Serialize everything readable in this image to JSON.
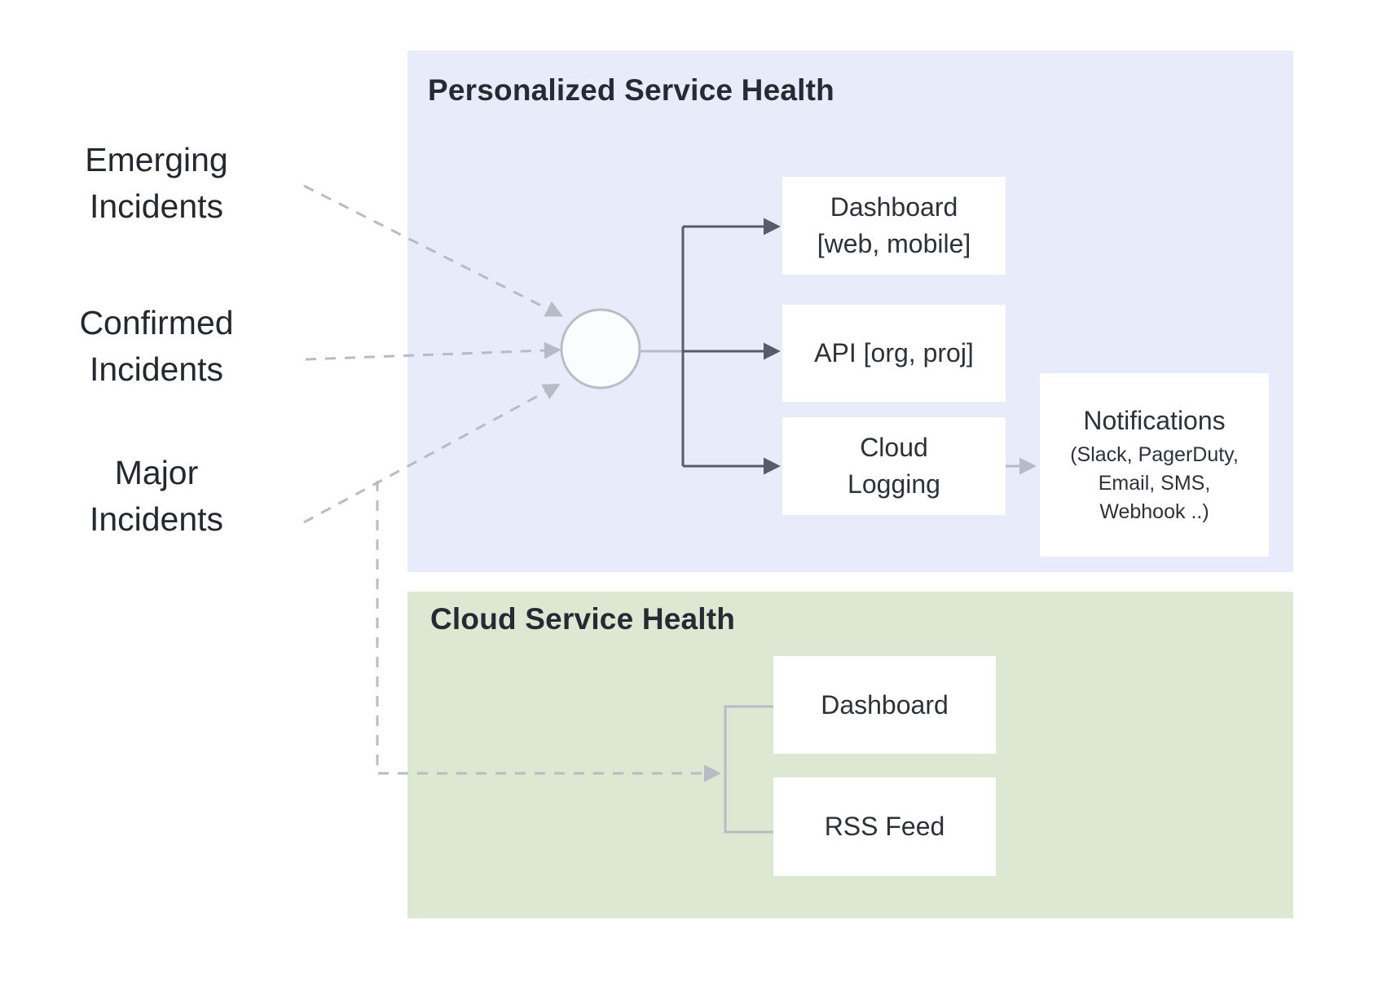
{
  "colors": {
    "personalized_panel_bg": "#e8ecfa",
    "cloud_panel_bg": "#dde8d3",
    "box_bg": "#ffffff",
    "text_dark": "#262b33",
    "solid_connector": "#575d66",
    "dashed_connector": "#b6bcc5",
    "hub_fill": "#fbfcfd",
    "hub_stroke": "#b9bdc3"
  },
  "incident_sources": [
    {
      "lines": [
        "Emerging",
        "Incidents"
      ]
    },
    {
      "lines": [
        "Confirmed",
        "Incidents"
      ]
    },
    {
      "lines": [
        "Major",
        "Incidents"
      ]
    }
  ],
  "personalized_panel": {
    "title": "Personalized Service Health",
    "dashboard_box": {
      "lines": [
        "Dashboard",
        "[web, mobile]"
      ]
    },
    "api_box": {
      "lines": [
        "API [org, proj]"
      ]
    },
    "cloud_logging_box": {
      "lines": [
        "Cloud",
        "Logging"
      ]
    },
    "notifications_box": {
      "title": "Notifications",
      "subtitle_lines": [
        "(Slack, PagerDuty,",
        "Email, SMS,",
        "Webhook ..)"
      ]
    }
  },
  "cloud_panel": {
    "title": "Cloud Service Health",
    "dashboard_box": {
      "label": "Dashboard"
    },
    "rss_box": {
      "label": "RSS Feed"
    }
  }
}
